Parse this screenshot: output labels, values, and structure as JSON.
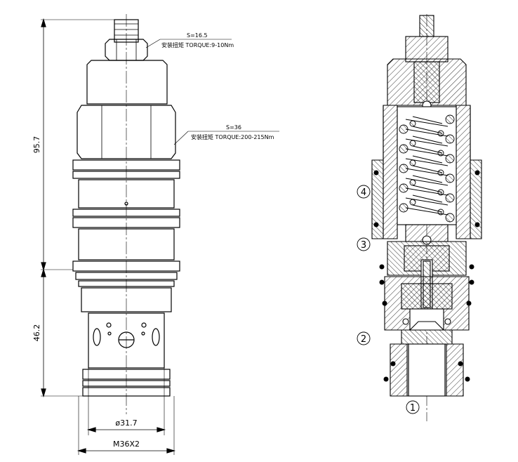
{
  "dimensions": {
    "overall_height": "95.7",
    "lower_height": "46.2",
    "diameter": "ø31.7",
    "thread": "M36X2"
  },
  "callouts": {
    "small_nut": {
      "size": "S=16.5",
      "torque": "安装扭矩 TORQUE:9-10Nm"
    },
    "body_hex": {
      "size": "S=36",
      "torque": "安装扭矩 TORQUE:200-215Nm"
    }
  },
  "part_numbers": [
    "1",
    "2",
    "3",
    "4"
  ],
  "colors": {
    "line": "#000000",
    "background": "#ffffff"
  }
}
